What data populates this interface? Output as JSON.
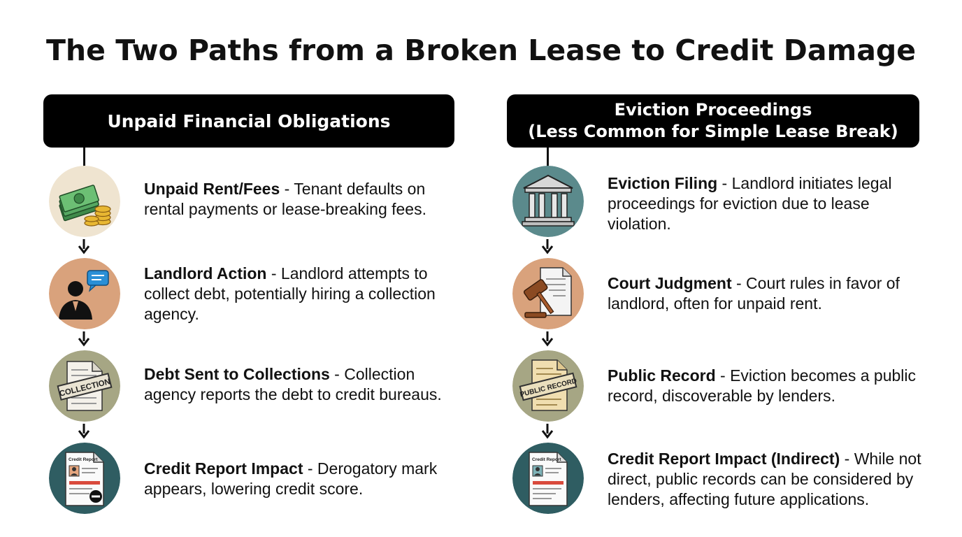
{
  "title": "The Two Paths from a Broken Lease to Credit Damage",
  "left": {
    "header": "Unpaid Financial Obligations",
    "steps": [
      {
        "title": "Unpaid Rent/Fees",
        "text": " - Tenant defaults on rental payments or lease-breaking fees.",
        "icon": "money-stack-icon"
      },
      {
        "title": "Landlord Action",
        "text": " - Landlord attempts to collect debt, potentially hiring a collection agency.",
        "icon": "landlord-speech-icon"
      },
      {
        "title": "Debt Sent to Collections",
        "text": " - Collection agency reports the debt to credit bureaus.",
        "icon": "collection-document-icon"
      },
      {
        "title": "Credit Report Impact",
        "text": " - Derogatory mark appears, lowering credit score.",
        "icon": "credit-report-icon"
      }
    ],
    "stamp": "COLLECTION",
    "report_label": "Credit Report"
  },
  "right": {
    "header_line1": "Eviction Proceedings",
    "header_line2": "(Less Common for Simple Lease Break)",
    "steps": [
      {
        "title": "Eviction Filing",
        "text": " - Landlord initiates legal proceedings for eviction due to lease violation.",
        "icon": "courthouse-icon"
      },
      {
        "title": "Court Judgment",
        "text": " - Court rules in favor of landlord, often for unpaid rent.",
        "icon": "gavel-document-icon"
      },
      {
        "title": "Public Record",
        "text": " - Eviction becomes a public record, discoverable by lenders.",
        "icon": "public-record-icon"
      },
      {
        "title": "Credit Report Impact (Indirect)",
        "text": " - While not direct, public records can be considered by lenders, affecting future applications.",
        "icon": "credit-report-icon"
      }
    ],
    "stamp": "PUBLIC RECORD",
    "report_label": "Credit Report"
  },
  "colors": {
    "header_bg": "#000000",
    "money_bg": "#efe4d0",
    "landlord_bg": "#d9a27c",
    "collection_bg": "#a6a684",
    "report_bg": "#2f5d62",
    "courthouse_bg": "#5b8a8c",
    "gavel_bg": "#d9a27c",
    "public_bg": "#a6a684"
  }
}
